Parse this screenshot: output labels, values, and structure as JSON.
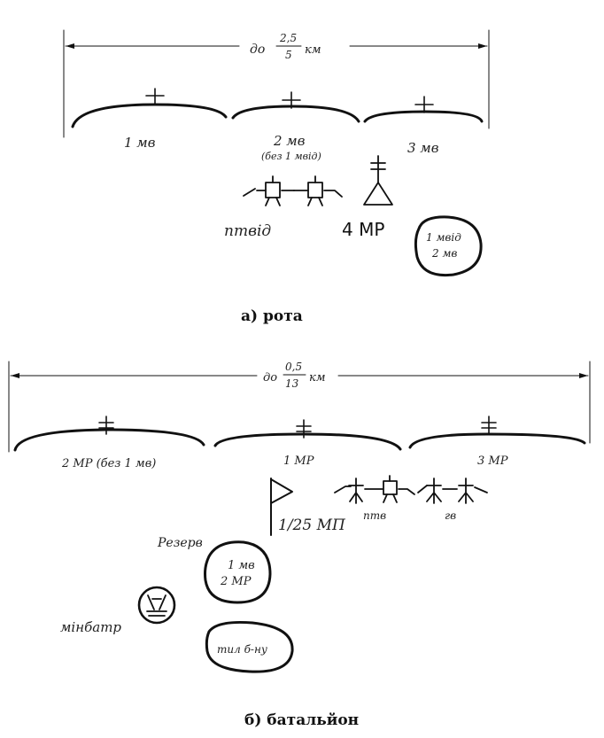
{
  "section_a": {
    "distance_prefix": "до",
    "distance_numerator": "2,5",
    "distance_denominator": "5",
    "distance_unit": "км",
    "units": [
      "1 мв",
      "2 мв",
      "3 мв"
    ],
    "unit2_note": "(без 1 мвід)",
    "antitank_label": "птвід",
    "mortar_label": "4 МР",
    "reserve_line1": "1 мвід",
    "reserve_line2": "2 мв",
    "caption": "а) рота"
  },
  "section_b": {
    "distance_prefix": "до",
    "distance_numerator": "0,5",
    "distance_denominator": "13",
    "distance_unit": "км",
    "units": [
      "2 МР (без 1 мв)",
      "1 МР",
      "3 МР"
    ],
    "command_post_label": "1/25 МП",
    "antitank_label": "птв",
    "grenade_label": "гв",
    "reserve_title": "Резерв",
    "reserve_line1": "1 мв",
    "reserve_line2": "2 МР",
    "mortar_battery_label": "мінбатр",
    "rear_label": "тил б-ну",
    "caption": "б) батальйон"
  }
}
